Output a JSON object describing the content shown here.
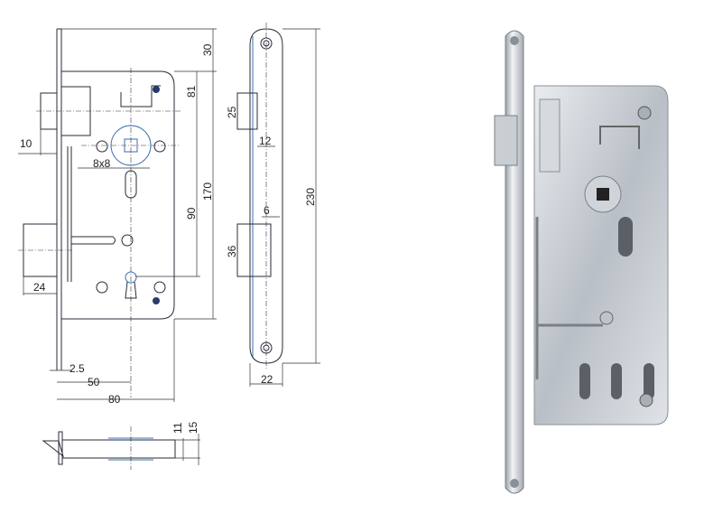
{
  "drawing": {
    "dimensions": {
      "backset_top": "30",
      "latch_to_handle": "81",
      "latch_projection": "10",
      "spindle": "8x8",
      "case_height": "170",
      "handle_to_key": "90",
      "forend_length": "230",
      "latch_height": "25",
      "latch_width": "12",
      "bolt_width": "6",
      "bolt_height": "36",
      "bolt_projection": "24",
      "forend_thickness": "2.5",
      "backset": "50",
      "case_width": "80",
      "forend_width": "22",
      "case_depth": "11",
      "total_depth": "15"
    }
  },
  "photo": {
    "subject": "mortise-lock-photo"
  }
}
